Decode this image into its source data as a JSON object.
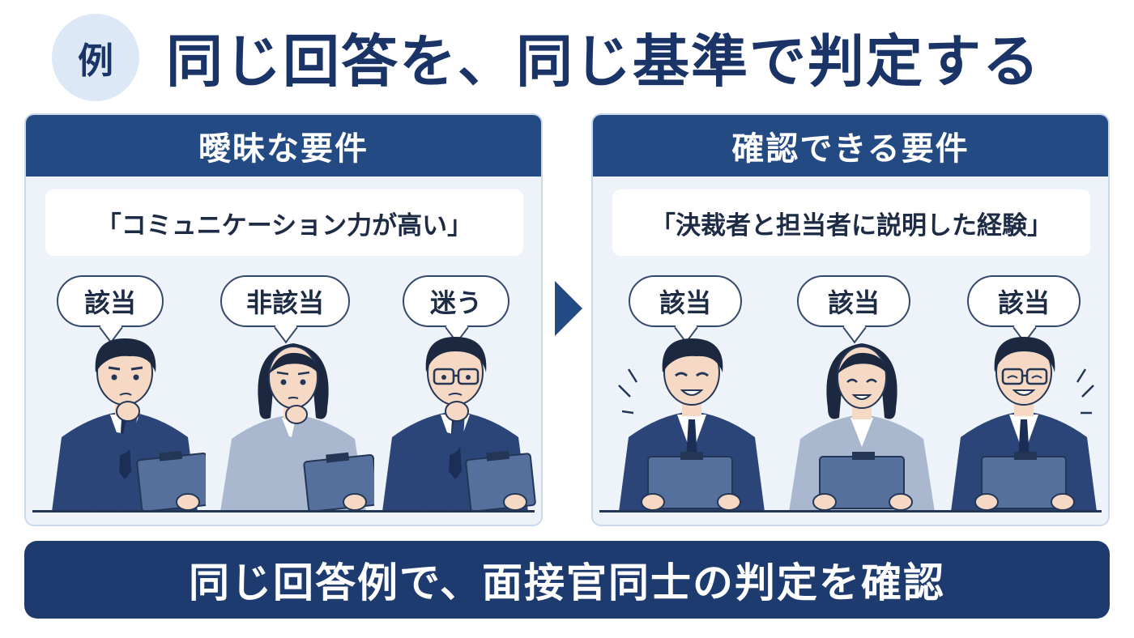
{
  "badge": "例",
  "title": "同じ回答を、同じ基準で判定する",
  "panels": [
    {
      "header": "曖昧な要件",
      "quote": "「コミュニケーション力が高い」",
      "judgments": [
        "該当",
        "非該当",
        "迷う"
      ]
    },
    {
      "header": "確認できる要件",
      "quote": "「決裁者と担当者に説明した経験」",
      "judgments": [
        "該当",
        "該当",
        "該当"
      ]
    }
  ],
  "conclusion": "同じ回答例で、面接官同士の判定を確認",
  "colors": {
    "navy": "#1d3b6e",
    "header": "#234a83",
    "panel_bg": "#eef3fa",
    "badge_bg": "#dde8f7",
    "suit": "#2b4578",
    "suit_light": "#a9b8cf"
  }
}
